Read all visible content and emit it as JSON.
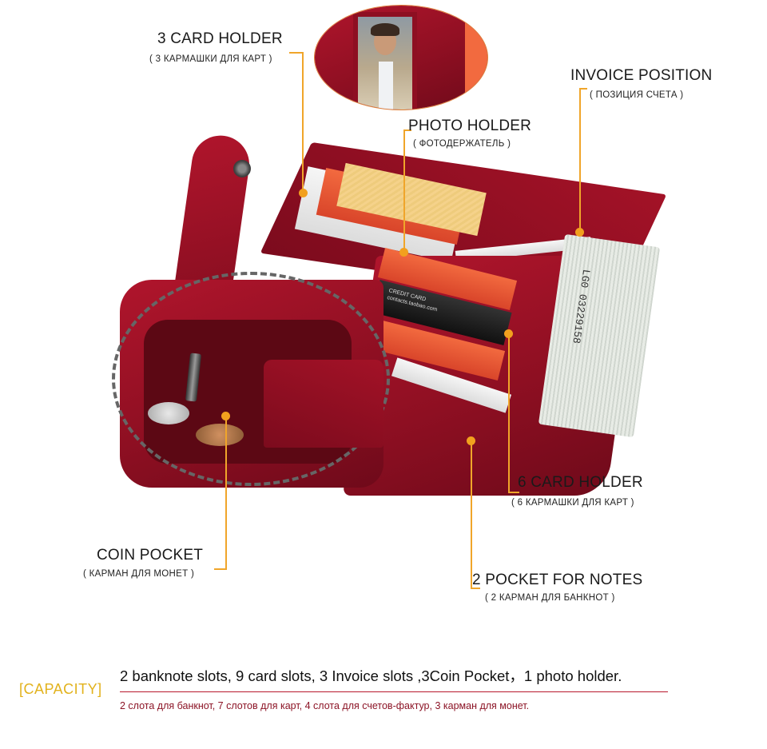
{
  "labels": {
    "card_holder_3": {
      "en": "3 CARD HOLDER",
      "ru": "( 3 КАРМАШКИ ДЛЯ КАРТ )"
    },
    "photo_holder": {
      "en": "PHOTO HOLDER",
      "ru": "( ФОТОДЕРЖАТЕЛЬ )"
    },
    "invoice_position": {
      "en": "INVOICE POSITION",
      "ru": "( ПОЗИЦИЯ СЧЕТА )"
    },
    "card_holder_6": {
      "en": "6 CARD HOLDER",
      "ru": "( 6 КАРМАШКИ ДЛЯ КАРТ )"
    },
    "coin_pocket": {
      "en": "COIN POCKET",
      "ru": "( КАРМАН ДЛЯ МОНЕТ )"
    },
    "notes_pocket": {
      "en": "2 POCKET FOR NOTES",
      "ru": "( 2 КАРМАН ДЛЯ БАНКНОТ )"
    }
  },
  "card_text": {
    "line1": "CREDIT CARD",
    "line2": "contacts.taobao.com"
  },
  "banknote_text": "LG0 03229158",
  "capacity": {
    "tag": "[CAPACITY]",
    "en": "2 banknote slots, 9 card slots,  3 Invoice slots  ,3Coin Pocket，1 photo holder.",
    "ru": "2 слота для банкнот, 7 слотов для карт, 4 слота для счетов-фактур, 3 карман для монет."
  },
  "colors": {
    "accent_line": "#f0a52a",
    "leather": "#9e1228",
    "capacity_tag": "#e2b21c",
    "capacity_rule": "#b8192c",
    "capacity_ru_text": "#8c1426"
  }
}
